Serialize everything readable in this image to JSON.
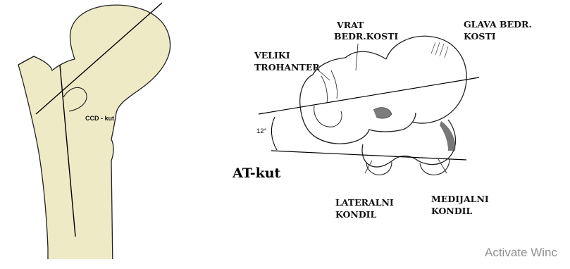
{
  "left_figure": {
    "angle_label": "CCD - kut"
  },
  "right_figure": {
    "labels": {
      "neck_line1": "VRAT",
      "neck_line2": "BEDR.KOSTI",
      "head_line1": "GLAVA BEDR.",
      "head_line2": "KOSTI",
      "trochanter_line1": "VELIKI",
      "trochanter_line2": "TROHANTER",
      "lateral_line1": "LATERALNI",
      "lateral_line2": "KONDIL",
      "medial_line1": "MEDIJALNI",
      "medial_line2": "KONDIL",
      "angle_value": "12°",
      "angle_name": "AT-kut"
    }
  },
  "watermark": "Activate Winc",
  "colors": {
    "bone_fill": "#eeeac6",
    "bone_stroke": "#222222",
    "line": "#000000"
  }
}
